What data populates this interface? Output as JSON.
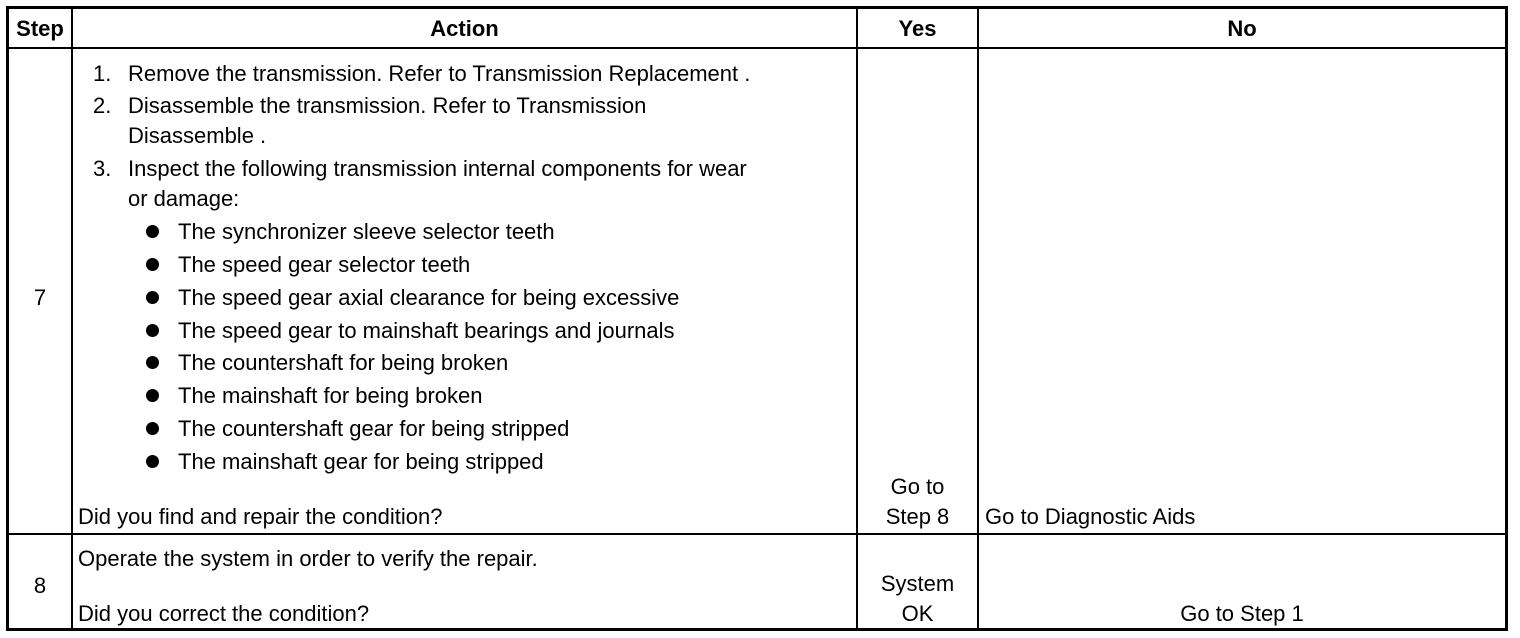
{
  "headers": {
    "step": "Step",
    "action": "Action",
    "yes": "Yes",
    "no": "No"
  },
  "rows": [
    {
      "step": "7",
      "numbered": [
        {
          "num": "1.",
          "lines": [
            "Remove the transmission. Refer to Transmission Replacement ."
          ]
        },
        {
          "num": "2.",
          "lines": [
            "Disassemble the transmission. Refer to Transmission",
            "Disassemble ."
          ]
        },
        {
          "num": "3.",
          "lines": [
            "Inspect the following transmission internal components for wear",
            "or damage:"
          ]
        }
      ],
      "bullets": [
        "The synchronizer sleeve selector teeth",
        "The speed gear selector teeth",
        "The speed gear axial clearance for being excessive",
        "The speed gear to mainshaft bearings and journals",
        "The countershaft for being broken",
        "The mainshaft for being broken",
        "The countershaft gear for being stripped",
        "The mainshaft gear for being stripped"
      ],
      "question": "Did you find and repair the condition?",
      "yes": [
        "Go to",
        "Step 8"
      ],
      "no": "Go to Diagnostic Aids"
    },
    {
      "step": "8",
      "action": "Operate the system in order to verify the repair.",
      "question": "Did you correct the condition?",
      "yes": [
        "System",
        "OK"
      ],
      "no": "Go to Step 1"
    }
  ]
}
